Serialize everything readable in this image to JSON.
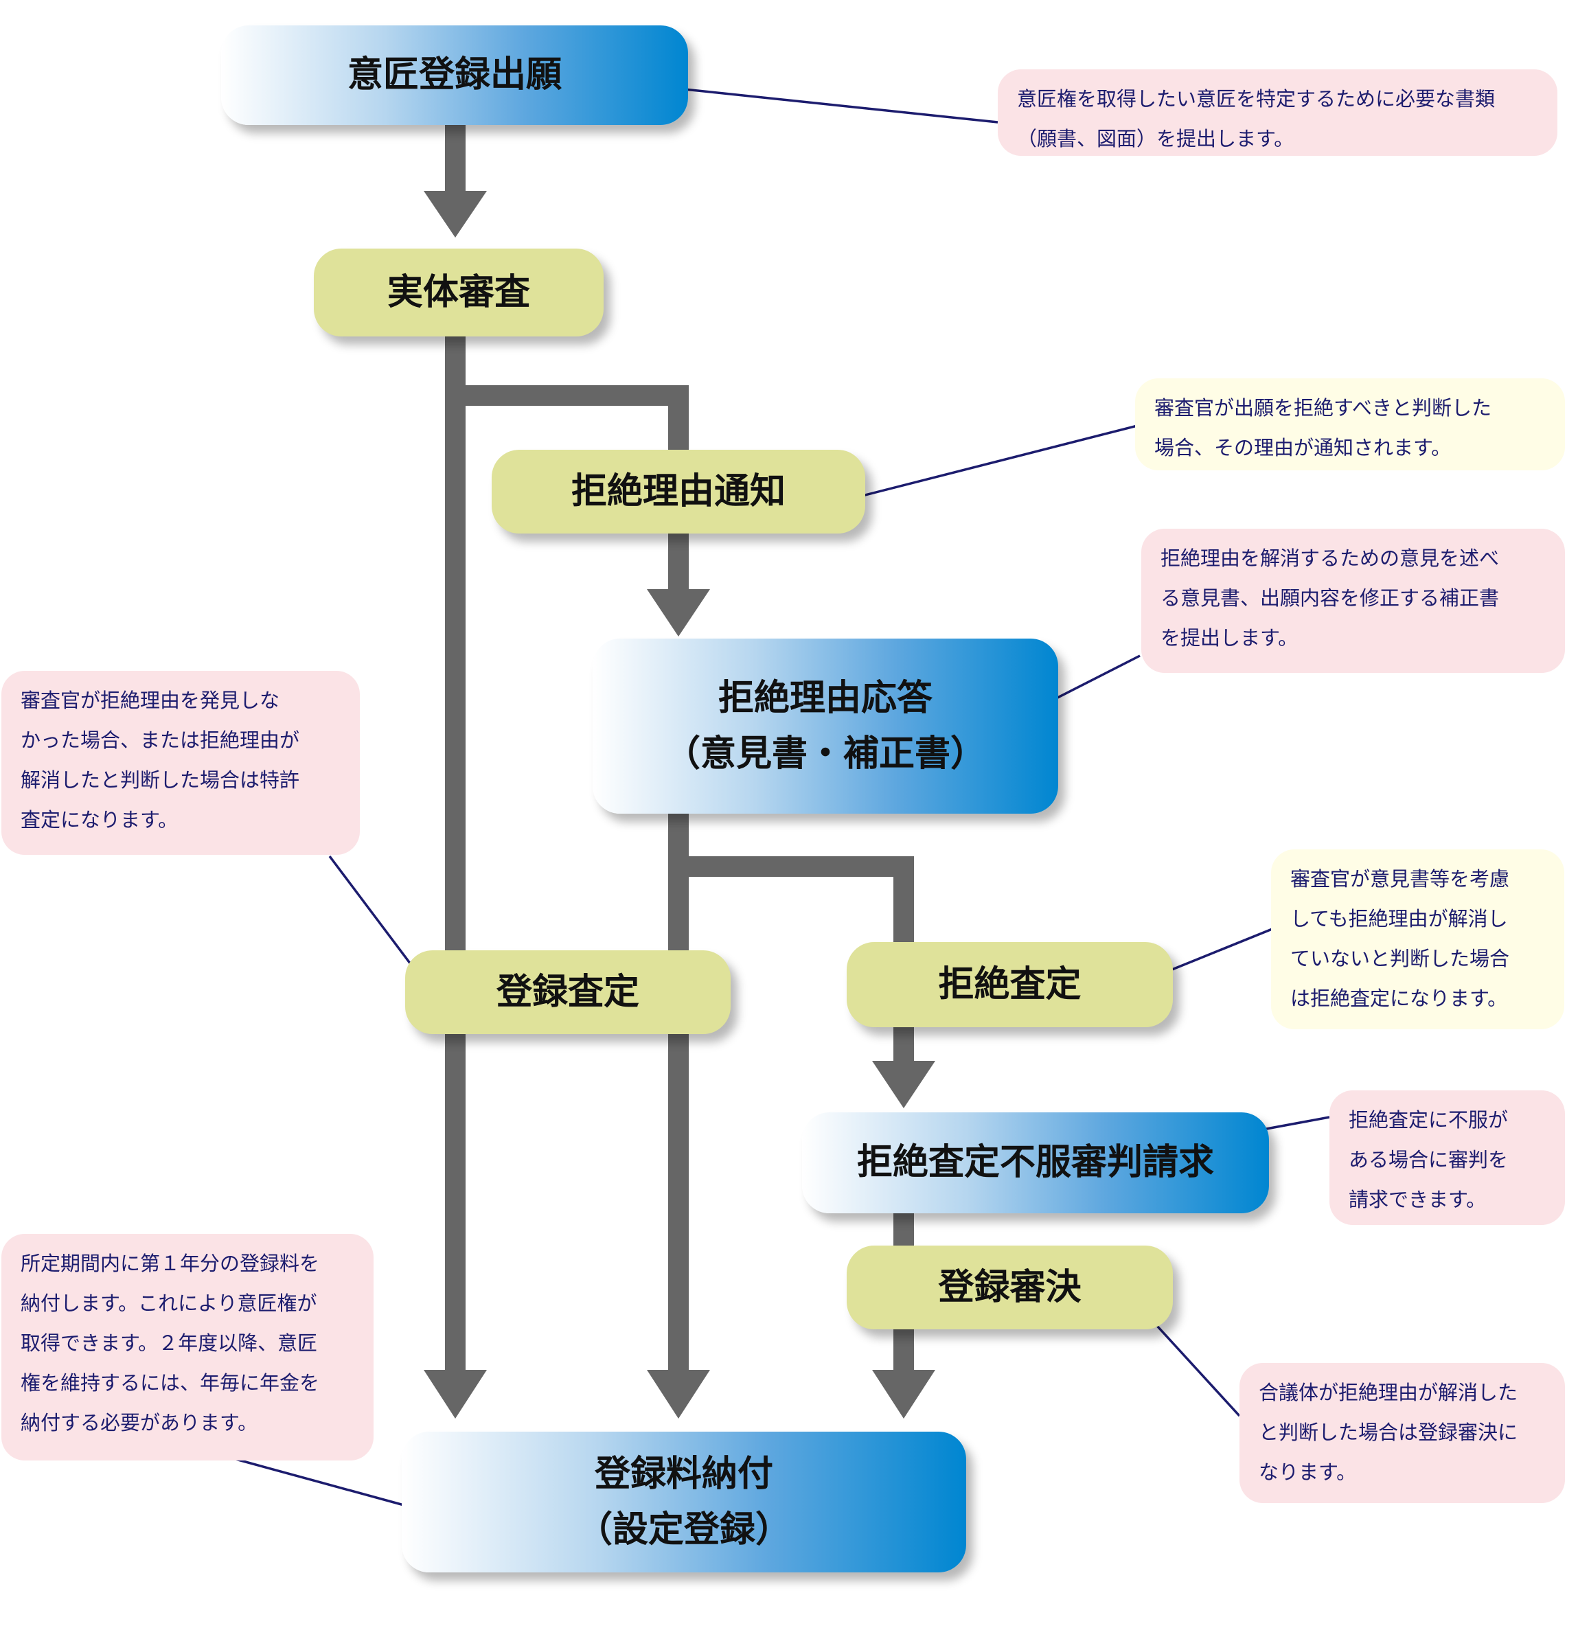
{
  "nodes": {
    "application": "意匠登録出願",
    "examination": "実体審査",
    "refusal_notice": "拒絶理由通知",
    "refusal_response_line1": "拒絶理由応答",
    "refusal_response_line2": "（意見書・補正書）",
    "registration_decision": "登録査定",
    "refusal_decision": "拒絶査定",
    "appeal": "拒絶査定不服審判請求",
    "registration_trial_decision": "登録審決",
    "fee_payment_line1": "登録料納付",
    "fee_payment_line2": "（設定登録）"
  },
  "notes": {
    "application": "意匠権を取得したい意匠を特定するために必要な書類\n（願書、図面）を提出します。",
    "refusal_notice": "審査官が出願を拒絶すべきと判断した\n場合、その理由が通知されます。",
    "refusal_response": "拒絶理由を解消するための意見を述べ\nる意見書、出願内容を修正する補正書\nを提出します。",
    "registration_decision": "審査官が拒絶理由を発見しな\nかった場合、または拒絶理由が\n解消したと判断した場合は特許\n査定になります。",
    "refusal_decision": "審査官が意見書等を考慮\nしても拒絶理由が解消し\nていないと判断した場合\nは拒絶査定になります。",
    "appeal": "拒絶査定に不服が\nある場合に審判を\n請求できます。",
    "fee_payment": "所定期間内に第１年分の登録料を\n納付します。これにより意匠権が\n取得できます。２年度以降、意匠\n権を維持するには、年毎に年金を\n納付する必要があります。",
    "registration_trial_decision": "合議体が拒絶理由が解消した\nと判断した場合は登録審決に\nなります。"
  },
  "colors": {
    "connector": "#666666",
    "leader_line": "#1c1c6e",
    "blue_node_end": "#0086d1",
    "green_node": "#dfe29a",
    "pink_note": "#fbe3e6",
    "cream_note": "#fffde6"
  }
}
